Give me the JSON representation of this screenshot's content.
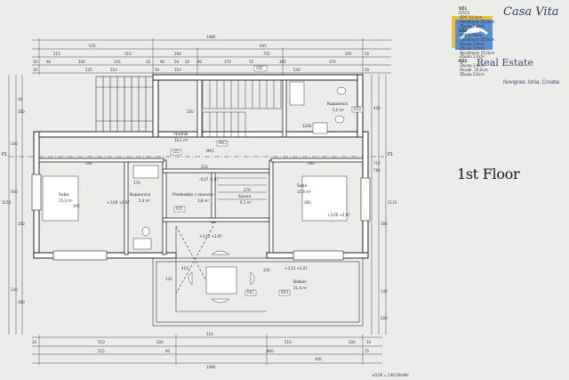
{
  "floor_title": "1st Floor",
  "brand": {
    "name": "Real Estate",
    "location": "Novigrad, Istria, Croatia",
    "logo_text": "Casa Vita"
  },
  "legend": {
    "vz1_title": "VZ1",
    "vz1_sub": "ETICS",
    "vz1_lines": [
      "-EPS 10,0cm",
      "-Porotherm 25,0cm",
      "-Žbuka 2,0cm"
    ],
    "vz2_title": "VZ2",
    "vz2_lines": [
      "-EPS 17,0cm",
      "-Porotherm 25,0cm",
      "-Žbuka 2,0cm",
      "-Žbuka 2,0cm",
      "-Porotherm 25,0cm",
      "-Žbuka 2,0cm"
    ],
    "rz2_title": "RZ2",
    "rz2_lines": [
      "-Žbuka 2,0cm",
      "-Porobl. 10,0cm",
      "-Žbuka 2,0cm"
    ]
  },
  "rooms": {
    "hodnik": {
      "name": "Hodnik",
      "area": "10,1 m²"
    },
    "kupaonica_top": {
      "name": "Kupaonica",
      "area": "5,0 m²"
    },
    "soba_left": {
      "name": "Soba",
      "area": "15,3 m²"
    },
    "kupaonica_left": {
      "name": "Kupaonica",
      "area": "5,4 m²"
    },
    "predsoblje": {
      "name": "Predsoblje s saunom",
      "area": "3,8 m²"
    },
    "sauna": {
      "name": "Sauna",
      "area": "6,1 m²"
    },
    "soba_right": {
      "name": "Soba",
      "area": "15,6 m²"
    },
    "balkon": {
      "name": "Balkon",
      "area": "31,0 m²"
    }
  },
  "levels": {
    "l1": "+3,00 +2,97",
    "l2": "+3,00 +2,97",
    "l3": "+3,13 +2,97",
    "l4": "+3,12 +3,01",
    "l5": "-0,07 -2,97"
  },
  "dimensions": {
    "top_total": "1480",
    "top_row1": [
      "535",
      "945"
    ],
    "top_row2": [
      "215",
      "310",
      "260",
      "755",
      "205",
      "10"
    ],
    "top_row3": [
      "10",
      "90",
      "200",
      "245",
      "10",
      "90",
      "50",
      "20",
      "90",
      "170",
      "15",
      "305",
      "370"
    ],
    "top_row4": [
      "10",
      "525",
      "510",
      "10",
      "310",
      "540",
      "10"
    ],
    "bottom_row1": [
      "20",
      "510",
      "200",
      "510",
      "200",
      "10"
    ],
    "bottom_row2": [
      "515",
      "90",
      "860",
      "15"
    ],
    "bottom_total": "1480",
    "bottom_mid": "510",
    "bottom_right": [
      "440"
    ],
    "left_vertical": [
      "1110",
      "340",
      "500",
      "330",
      "30",
      "300",
      "260",
      "300"
    ],
    "right_vertical": [
      "1110",
      "710",
      "790",
      "300",
      "430",
      "140",
      "200"
    ],
    "interior": [
      "340",
      "270",
      "290",
      "170",
      "385",
      "345",
      "435",
      "250",
      "210",
      "410",
      "130",
      "1200"
    ]
  },
  "labels": {
    "p1_left": "P1",
    "p1_right": "P1",
    "vz1": "VZ1",
    "vz2": "VZ2",
    "rz1": "RZ1",
    "rz2": "RZ2",
    "mk1": "MK1",
    "mk3": "MK3",
    "rk1": "RK1",
    "rk3": "RK3"
  },
  "scale_note": "±0,00 = 140,50mNV",
  "colors": {
    "line": "#2a2a2a",
    "wall_fill": "#ffffff",
    "background": "#ececea",
    "brand_blue": "#3a4f73",
    "logo_yellow": "#e8c33a",
    "logo_blue": "#5b8fd0"
  }
}
